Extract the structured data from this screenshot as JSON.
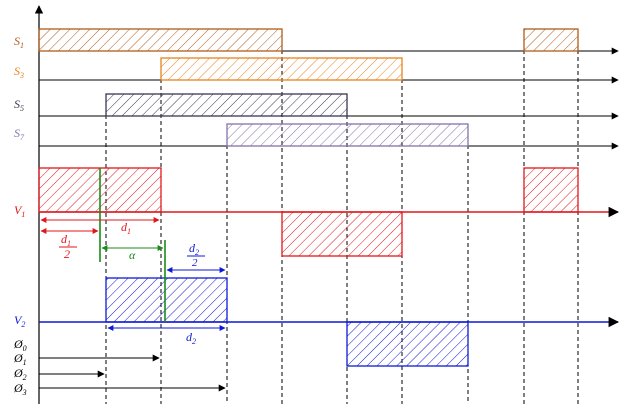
{
  "signals": {
    "s1": {
      "label": "S",
      "sub": "1",
      "color": "#b15c19"
    },
    "s3": {
      "label": "S",
      "sub": "3",
      "color": "#e8821e"
    },
    "s5": {
      "label": "S",
      "sub": "5",
      "color": "#3b3653"
    },
    "s7": {
      "label": "S",
      "sub": "7",
      "color": "#8573a8"
    },
    "v1": {
      "label": "V",
      "sub": "1",
      "color": "#e0161b"
    },
    "v2": {
      "label": "V",
      "sub": "2",
      "color": "#0e19d6"
    }
  },
  "phases": {
    "p0": {
      "label": "Ø",
      "sub": "0"
    },
    "p1": {
      "label": "Ø",
      "sub": "1"
    },
    "p2": {
      "label": "Ø",
      "sub": "2"
    },
    "p3": {
      "label": "Ø",
      "sub": "3"
    }
  },
  "annotations": {
    "d1_half": {
      "num": "d",
      "num_sub": "1",
      "den": "2",
      "color": "#e0161b"
    },
    "d1": {
      "text": "d",
      "sub": "1",
      "color": "#e0161b"
    },
    "alpha": {
      "text": "α",
      "color": "#1a8a1a"
    },
    "d2_half": {
      "num": "d",
      "num_sub": "2",
      "den": "2",
      "color": "#0e19d6"
    },
    "d2": {
      "text": "d",
      "sub": "2",
      "color": "#0e19d6"
    }
  }
}
